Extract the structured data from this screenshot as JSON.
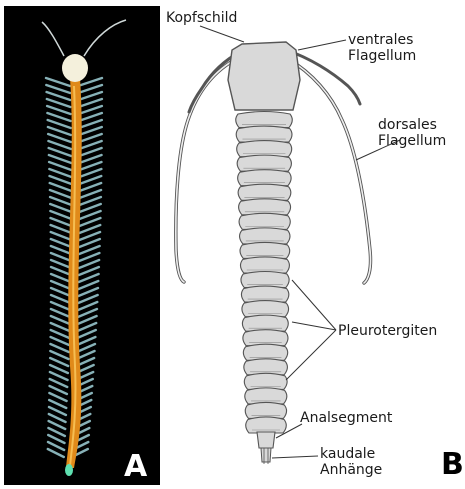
{
  "panels": {
    "a": {
      "letter": "A"
    },
    "b": {
      "letter": "B"
    }
  },
  "labels": {
    "kopfschild": "Kopfschild",
    "ventral": [
      "ventrales",
      "Flagellum"
    ],
    "dorsal": [
      "dorsales",
      "Flagellum"
    ],
    "pleurotergiten": "Pleurotergiten",
    "analsegment": "Analsegment",
    "caudal": [
      "kaudale",
      "Anhänge"
    ]
  },
  "colors": {
    "photo_background": "#000000",
    "drawing_fill": "#d9d9d9",
    "drawing_stroke": "#555555",
    "body_core": "#e08a1a",
    "appendage": "#9fd0d8"
  }
}
